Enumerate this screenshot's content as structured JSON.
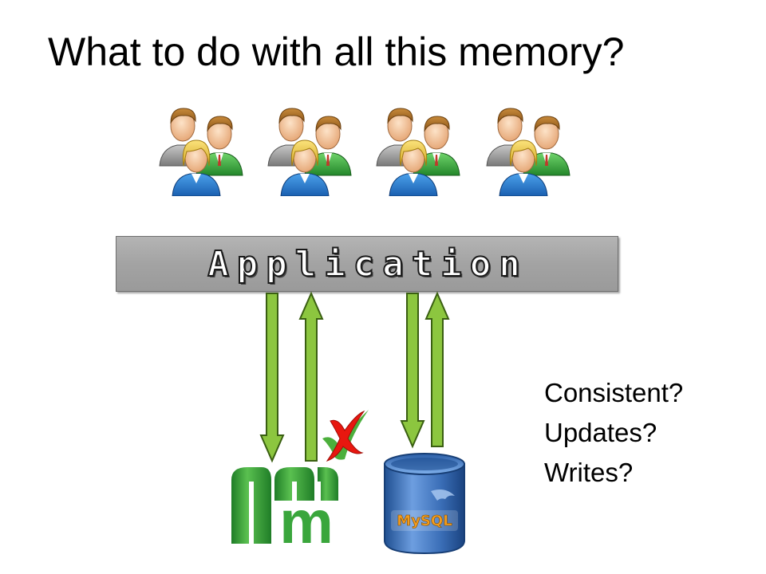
{
  "slide": {
    "title": "What to do with all this memory?",
    "application_label": "Application",
    "questions": [
      "Consistent?",
      "Updates?",
      "Writes?"
    ],
    "database_logo_text": "MySQL",
    "cache_logo_letter": "m"
  },
  "icons": {
    "user_groups": 4,
    "user_group_icon": "users-group-icon",
    "cache_icon": "memcached-logo-icon",
    "db_icon": "database-cylinder-icon",
    "error_mark_icon": "red-x-mark-icon",
    "arrow_icon": "green-arrow-icon"
  },
  "colors": {
    "arrow_fill": "#8cc63f",
    "arrow_stroke": "#3a5f12",
    "app_box": "#a3a3a3",
    "x_mark": "#e8170f",
    "cache_logo": "#2e9a36",
    "db_cylinder": "#3e6fb4"
  }
}
